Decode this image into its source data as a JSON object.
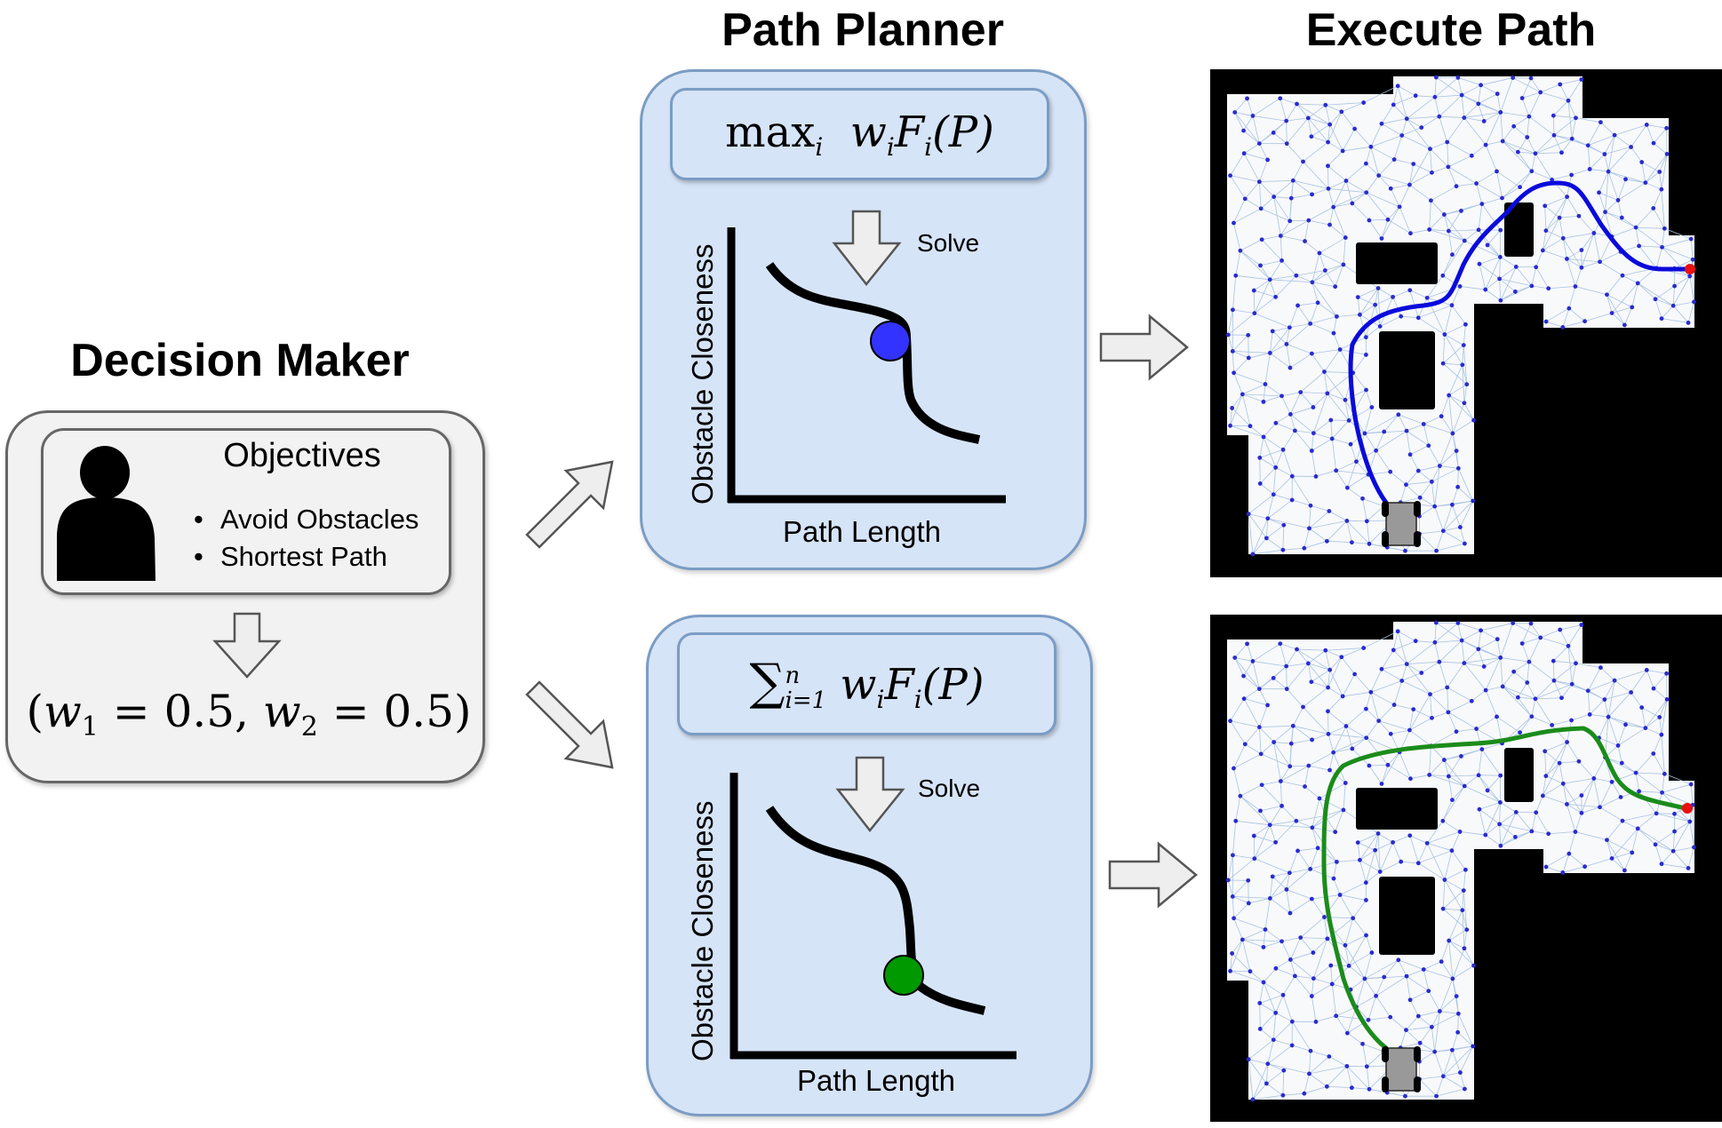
{
  "titles": {
    "decision_maker": "Decision Maker",
    "path_planner": "Path Planner",
    "execute_path": "Execute Path"
  },
  "decision_maker": {
    "objectives_title": "Objectives",
    "objectives": [
      "Avoid Obstacles",
      "Shortest Path"
    ],
    "weights": {
      "open": "(",
      "w1_symbol": "w",
      "w1_index": "1",
      "w1_value": "= 0.5,",
      "w2_symbol": "w",
      "w2_index": "2",
      "w2_value": "= 0.5",
      "close": ")",
      "w1": 0.5,
      "w2": 0.5
    },
    "icons": [
      "person-silhouette-icon",
      "down-arrow-icon"
    ]
  },
  "planners": [
    {
      "id": "max",
      "formula": {
        "operator": "max",
        "operator_sub": "i",
        "term": "w",
        "term_sub": "i",
        "func": "F",
        "func_sub": "i",
        "arg": "(P)"
      },
      "solve_label": "Solve",
      "ylabel": "Obstacle Closeness",
      "xlabel": "Path Length",
      "solution_color": "#3333ff",
      "solution_point_position": "mid-curve"
    },
    {
      "id": "sum",
      "formula": {
        "operator": "∑",
        "sup": "n",
        "sub": "i=1",
        "term": "w",
        "term_sub": "i",
        "func": "F",
        "func_sub": "i",
        "arg": "(P)"
      },
      "solve_label": "Solve",
      "ylabel": "Obstacle Closeness",
      "xlabel": "Path Length",
      "solution_color": "#009900",
      "solution_point_position": "lower-curve"
    }
  ],
  "maps": [
    {
      "path_color": "#0a0adc",
      "goal_color": "#e81010"
    },
    {
      "path_color": "#1a8c1a",
      "goal_color": "#e81010"
    }
  ],
  "colors": {
    "planner_fill": "#d6e4f7",
    "planner_border": "#7b9cc4",
    "decision_fill": "#f2f2f2",
    "node": "#2a2ad0",
    "edge": "#a8c4e0"
  }
}
